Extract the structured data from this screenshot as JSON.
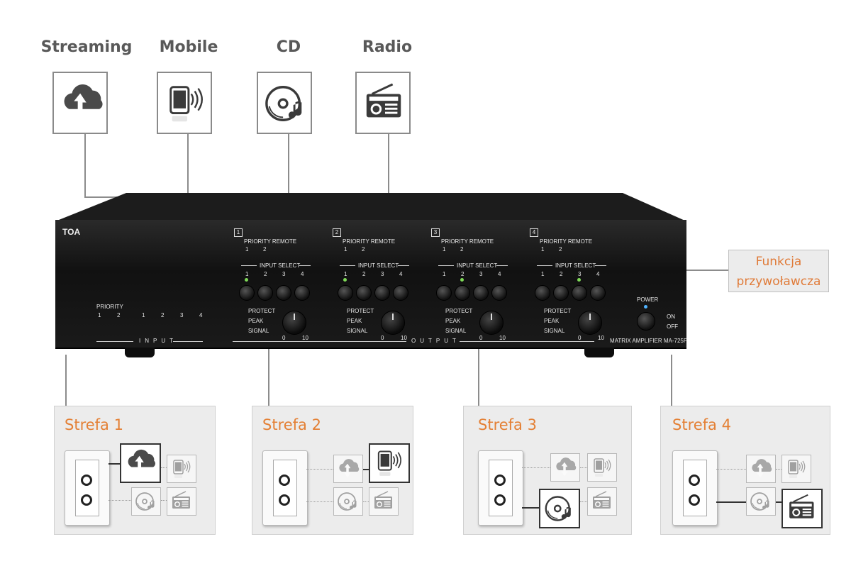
{
  "sources": [
    {
      "label": "Streaming",
      "icon": "cloud-upload-download-icon"
    },
    {
      "label": "Mobile",
      "icon": "mobile-phone-wireless-icon"
    },
    {
      "label": "CD",
      "icon": "cd-music-icon"
    },
    {
      "label": "Radio",
      "icon": "radio-icon"
    }
  ],
  "amplifier": {
    "brand": "TOA",
    "model": "MATRIX AMPLIFIER MA-725F",
    "priority_label": "PRIORITY",
    "priority_1": "1",
    "priority_2": "2",
    "input_label": "INPUT",
    "output_label": "OUTPUT",
    "input_numbers": [
      "1",
      "2",
      "3",
      "4"
    ],
    "power_label": "POWER",
    "on_label": "ON",
    "off_label": "OFF",
    "zones": [
      {
        "num": "1",
        "priority": "PRIORITY",
        "remote": "REMOTE",
        "pr1": "1",
        "pr2": "2",
        "input_select": "INPUT SELECT",
        "sel": [
          "1",
          "2",
          "3",
          "4"
        ],
        "active": 0,
        "protect": "PROTECT",
        "peak": "PEAK",
        "signal": "SIGNAL",
        "min": "0",
        "max": "10"
      },
      {
        "num": "2",
        "priority": "PRIORITY",
        "remote": "REMOTE",
        "pr1": "1",
        "pr2": "2",
        "input_select": "INPUT SELECT",
        "sel": [
          "1",
          "2",
          "3",
          "4"
        ],
        "active": 0,
        "protect": "PROTECT",
        "peak": "PEAK",
        "signal": "SIGNAL",
        "min": "0",
        "max": "10"
      },
      {
        "num": "3",
        "priority": "PRIORITY",
        "remote": "REMOTE",
        "pr1": "1",
        "pr2": "2",
        "input_select": "INPUT SELECT",
        "sel": [
          "1",
          "2",
          "3",
          "4"
        ],
        "active": 1,
        "protect": "PROTECT",
        "peak": "PEAK",
        "signal": "SIGNAL",
        "min": "0",
        "max": "10"
      },
      {
        "num": "4",
        "priority": "PRIORITY",
        "remote": "REMOTE",
        "pr1": "1",
        "pr2": "2",
        "input_select": "INPUT SELECT",
        "sel": [
          "1",
          "2",
          "3",
          "4"
        ],
        "active": 2,
        "protect": "PROTECT",
        "peak": "PEAK",
        "signal": "SIGNAL",
        "min": "0",
        "max": "10"
      }
    ]
  },
  "callout": {
    "line1": "Funkcja",
    "line2": "przywoławcza"
  },
  "zones": [
    {
      "title": "Strefa 1",
      "active_source": "Streaming"
    },
    {
      "title": "Strefa 2",
      "active_source": "Mobile"
    },
    {
      "title": "Strefa 3",
      "active_source": "CD"
    },
    {
      "title": "Strefa 4",
      "active_source": "Radio"
    }
  ],
  "colors": {
    "accent": "#e48035",
    "line": "#8c8c8c",
    "panel_bg": "#ececec"
  }
}
